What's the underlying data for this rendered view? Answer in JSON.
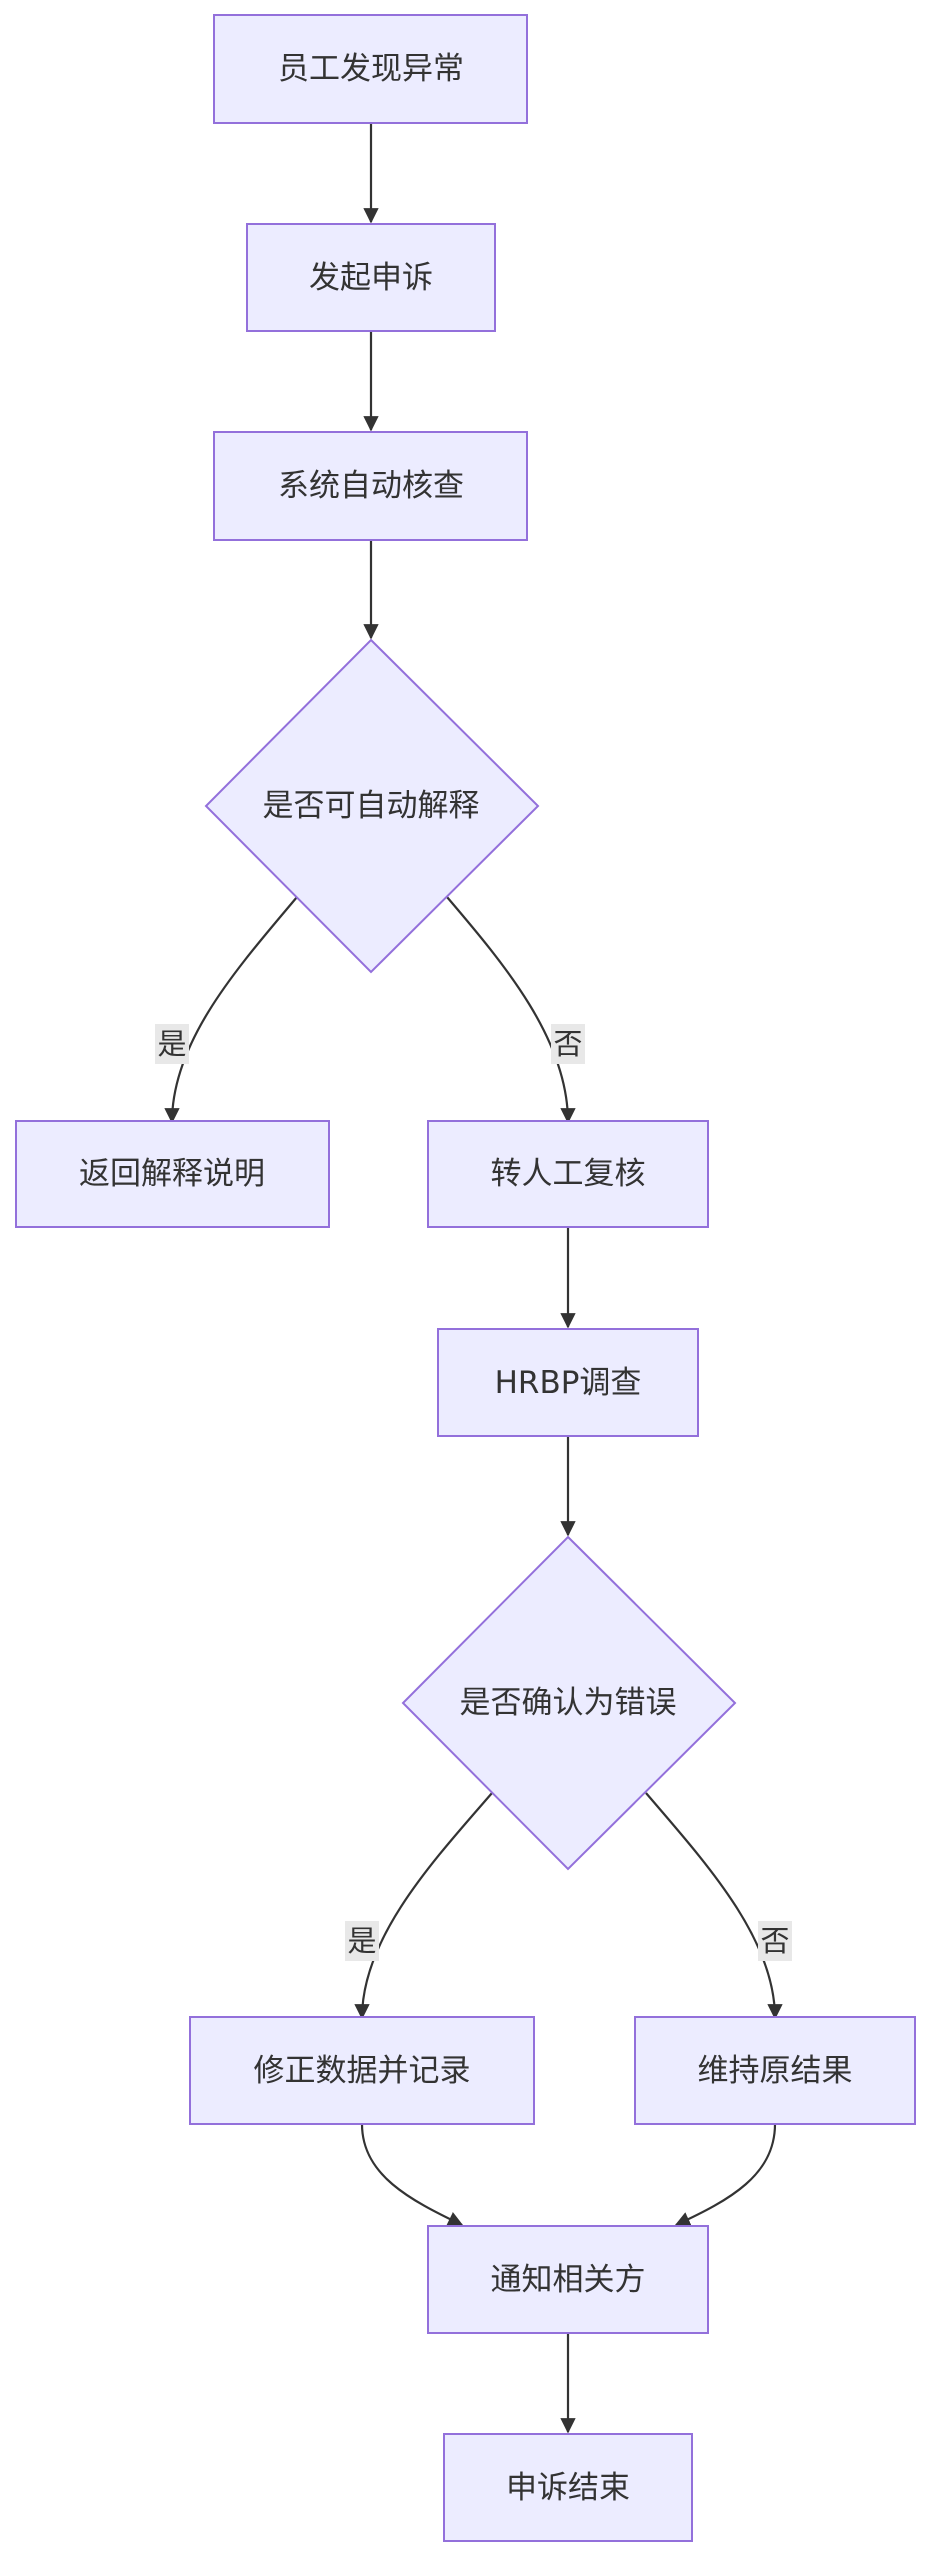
{
  "nodes": {
    "discover": "员工发现异常",
    "appeal": "发起申诉",
    "auto_check": "系统自动核查",
    "can_explain": "是否可自动解释",
    "return_explain": "返回解释说明",
    "manual_review": "转人工复核",
    "hrbp": "HRBP调查",
    "confirm_error": "是否确认为错误",
    "fix_record": "修正数据并记录",
    "keep_result": "维持原结果",
    "notify": "通知相关方",
    "end": "申诉结束"
  },
  "edge_labels": {
    "yes_1": "是",
    "no_1": "否",
    "yes_2": "是",
    "no_2": "否"
  },
  "colors": {
    "node_fill": "#ececff",
    "node_stroke": "#9370db",
    "edge": "#333333",
    "label_bg": "#e8e8e8"
  }
}
